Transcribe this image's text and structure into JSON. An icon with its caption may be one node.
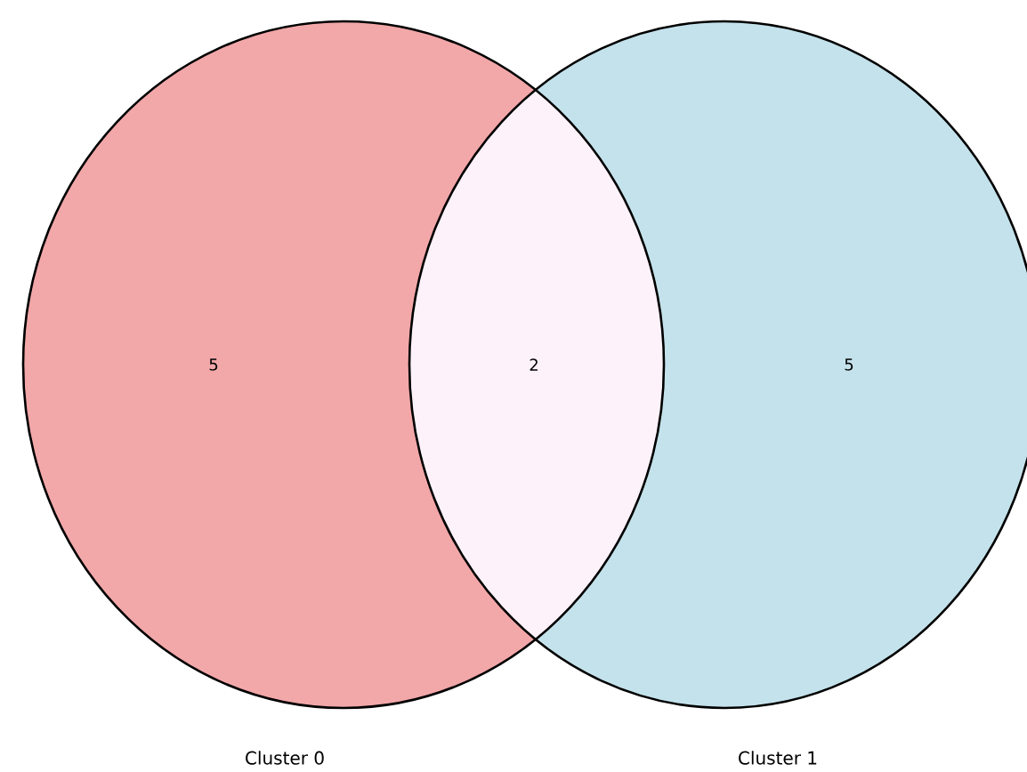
{
  "diagram": {
    "nodes": [
      {
        "text": [
          "5"
        ],
        "beside": [
          "Cluster 0"
        ]
      },
      {
        "text": [
          "5"
        ],
        "beside": [
          "Cluster 1"
        ]
      }
    ],
    "labels": [
      "2"
    ]
  }
}
